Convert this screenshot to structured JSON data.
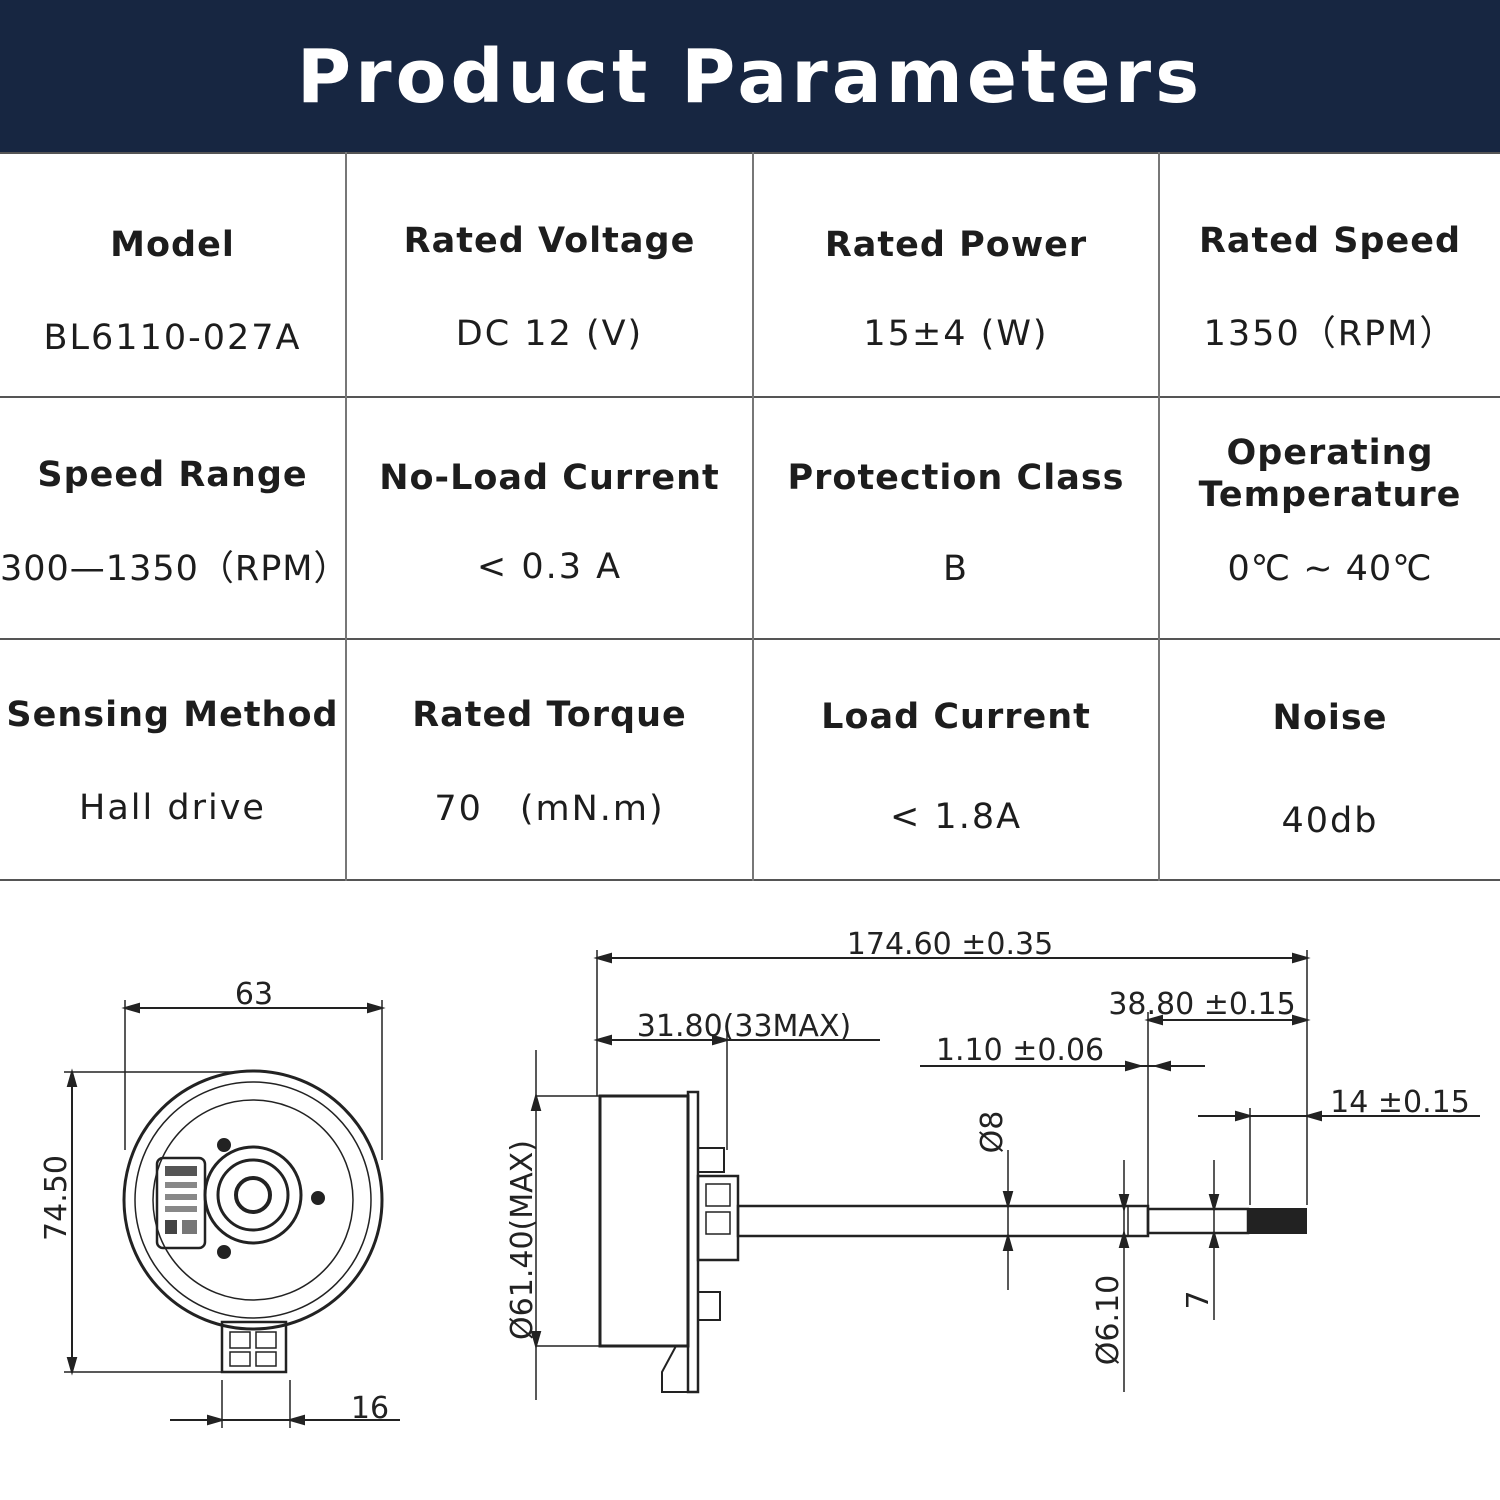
{
  "header": {
    "title": "Product Parameters"
  },
  "params": [
    {
      "label": "Model",
      "value": "BL6110-027A"
    },
    {
      "label": "Rated Voltage",
      "value": "DC 12 (V)"
    },
    {
      "label": "Rated Power",
      "value": "15±4 (W)"
    },
    {
      "label": "Rated Speed",
      "value": "1350（RPM）"
    },
    {
      "label": "Speed Range",
      "value": "300—1350（RPM）"
    },
    {
      "label": "No-Load Current",
      "value": "< 0.3 A"
    },
    {
      "label": "Protection Class",
      "value": "B"
    },
    {
      "label": "Operating Temperature",
      "value": "0℃ ~ 40℃"
    },
    {
      "label": "Sensing Method",
      "value": "Hall drive"
    },
    {
      "label": "Rated Torque",
      "value": "70　(mN.m)"
    },
    {
      "label": "Load Current",
      "value": "< 1.8A"
    },
    {
      "label": "Noise",
      "value": "40db"
    }
  ],
  "front_view": {
    "width": "63",
    "height": "74.50",
    "connector": "16"
  },
  "side_view": {
    "total_length": "174.60 ±0.35",
    "shaft_length": "38.80 ±0.15",
    "body_length": "31.80(33MAX)",
    "step": "1.10 ±0.06",
    "tip": "14 ±0.15",
    "shaft_dia": "Ø8",
    "body_dia": "Ø61.40(MAX)",
    "neck_dia": "Ø6.10",
    "flat": "7"
  }
}
